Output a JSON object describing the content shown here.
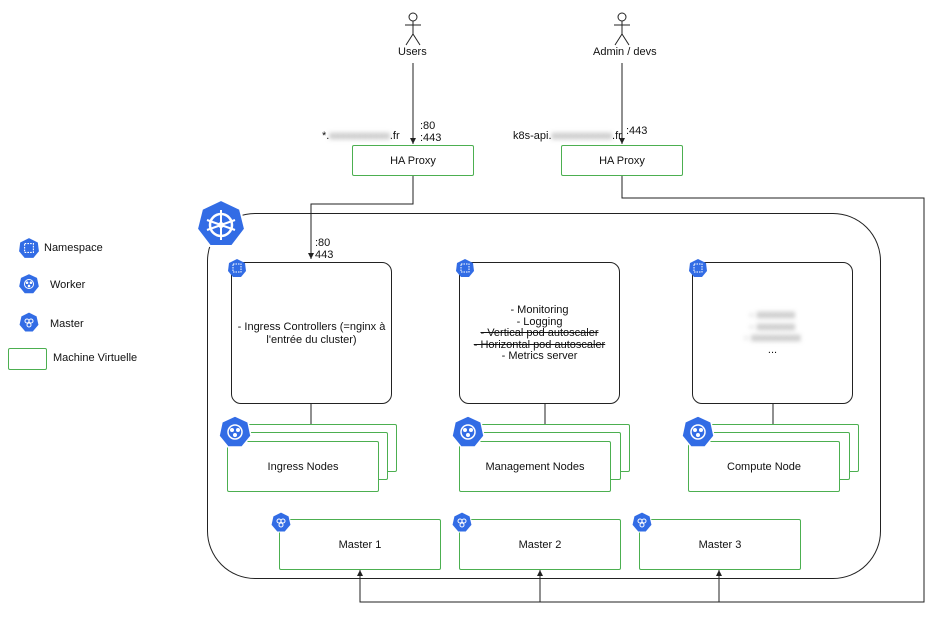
{
  "actors": {
    "users": "Users",
    "admin": "Admin / devs"
  },
  "endpoints": {
    "users_domain_prefix": "*.",
    "users_domain_hidden": "xxxxxxxxxxx",
    "users_domain_suffix": ".fr",
    "users_ports": [
      ":80",
      ":443"
    ],
    "admin_domain_prefix": "k8s-api.",
    "admin_domain_hidden": "xxxxxxxxxxx",
    "admin_domain_suffix": ".fr",
    "admin_port": ":443"
  },
  "proxies": {
    "left": "HA Proxy",
    "right": "HA Proxy"
  },
  "cluster_ports": [
    ":80",
    "443"
  ],
  "legend": {
    "namespace": "Namespace",
    "worker": "Worker",
    "master": "Master",
    "vm": "Machine Virtuelle"
  },
  "namespaces": {
    "ingress": [
      "- Ingress Controllers (=nginx à",
      "l'entrée du cluster)"
    ],
    "management": {
      "lines": [
        "- Monitoring",
        "- Logging"
      ],
      "struck": [
        "- Vertical pod autoscaler",
        "- Horizontal pod autoscaler"
      ],
      "last": "- Metrics server"
    },
    "compute": {
      "hidden": [
        "- xxxxxxx",
        "- xxxxxxx",
        "- xxxxxxxxx"
      ],
      "ellipsis": "..."
    }
  },
  "node_groups": {
    "ingress": "Ingress Nodes",
    "management": "Management Nodes",
    "compute": "Compute Node"
  },
  "masters": [
    "Master 1",
    "Master 2",
    "Master 3"
  ],
  "colors": {
    "k8s_blue": "#326ce5",
    "vm_green": "#4caf50",
    "line": "#222222"
  },
  "icons": {
    "kubernetes_logo": "helm-wheel-icon",
    "namespace": "namespace-icon",
    "worker": "worker-icon",
    "master": "master-icon",
    "actor": "person-icon"
  }
}
